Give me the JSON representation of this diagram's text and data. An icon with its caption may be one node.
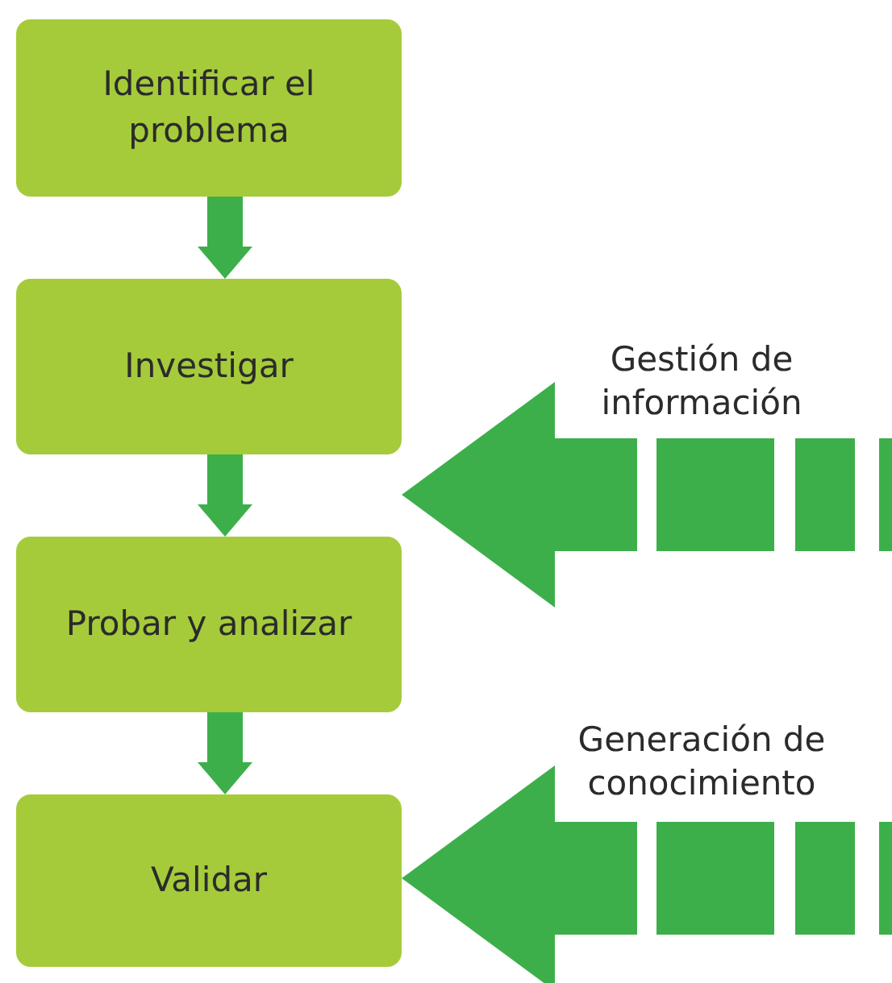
{
  "diagram": {
    "nodes": [
      {
        "text": [
          "Identificar el problema"
        ]
      },
      {
        "text": [
          "Investigar"
        ]
      },
      {
        "text": [
          "Probar y analizar"
        ]
      },
      {
        "text": [
          "Validar"
        ]
      }
    ],
    "edges": [
      {
        "from": 0,
        "to": 1,
        "arrow": "to"
      },
      {
        "from": 1,
        "to": 2,
        "arrow": "to"
      },
      {
        "from": 2,
        "to": 3,
        "arrow": "to"
      },
      {
        "from": null,
        "to": 1,
        "arrow": "to",
        "label": "Gestión de información",
        "style": "dashed"
      },
      {
        "from": null,
        "to": 3,
        "arrow": "to",
        "label": "Generación de conocimiento",
        "style": "dashed"
      }
    ]
  }
}
